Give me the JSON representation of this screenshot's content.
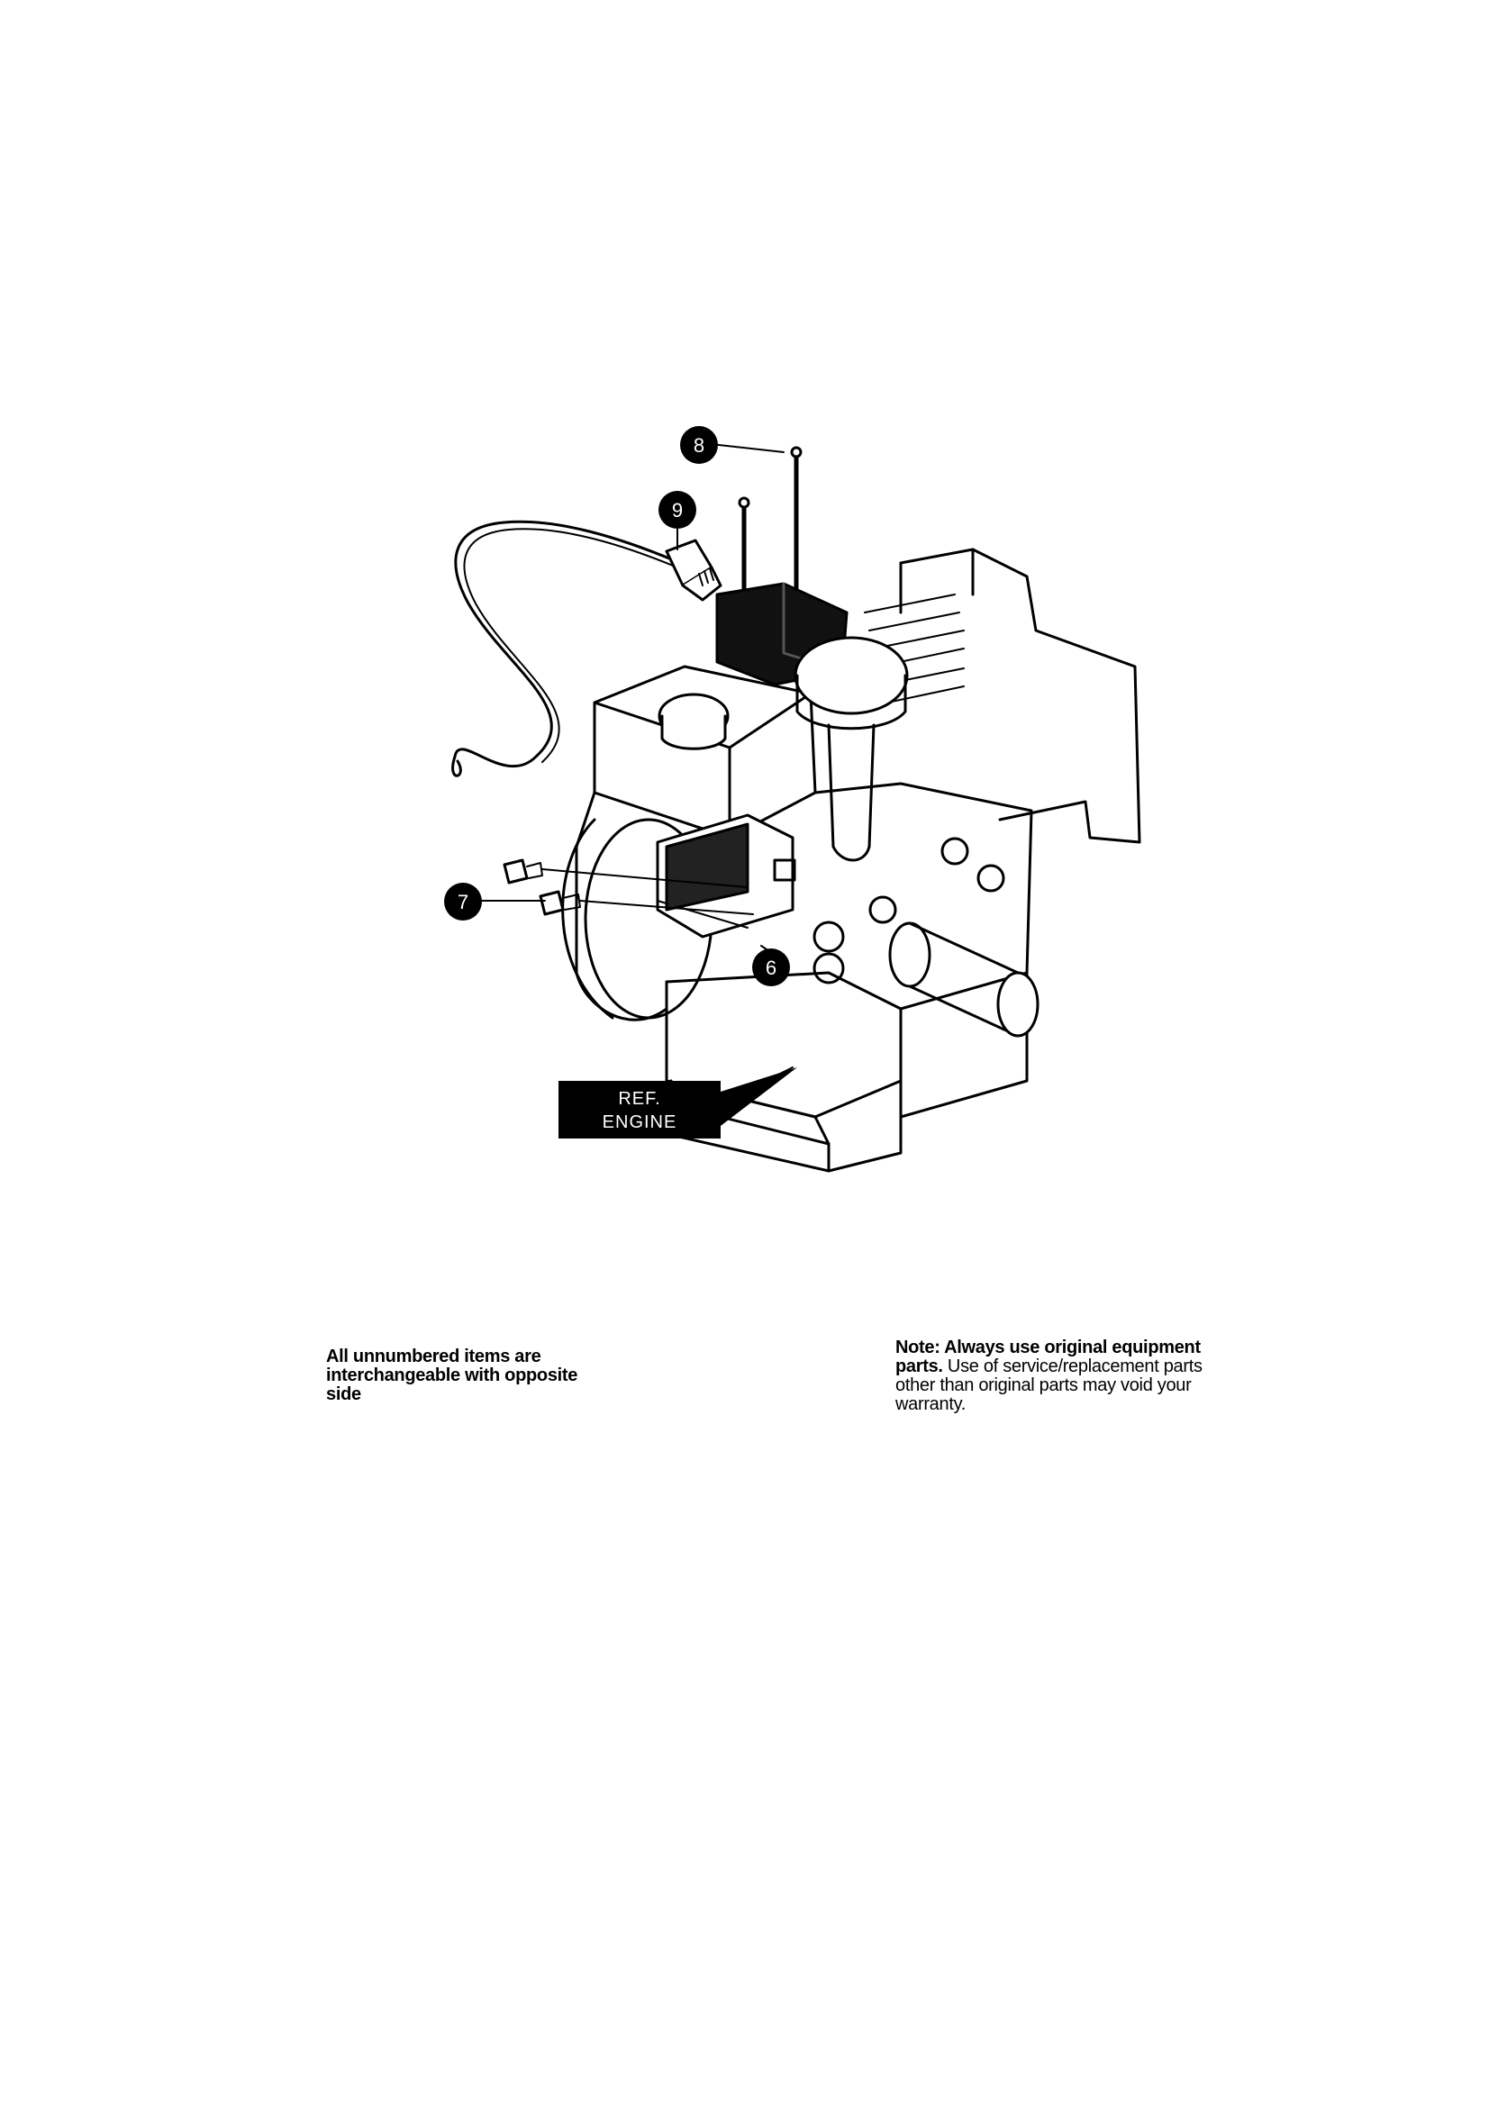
{
  "callouts": {
    "c6": "6",
    "c7": "7",
    "c8": "8",
    "c9": "9"
  },
  "ref_label": {
    "line1": "REF.",
    "line2": "ENGINE"
  },
  "notes": {
    "left": {
      "line1": "All unnumbered items are",
      "line2": "interchangeable with opposite",
      "line3": "side"
    },
    "right": {
      "line1": "Note: Always use original equipment",
      "line2_bold": "parts.",
      "line2_rest": " Use of service/replacement parts",
      "line3": "other than original parts may void your",
      "line4": "warranty."
    }
  }
}
